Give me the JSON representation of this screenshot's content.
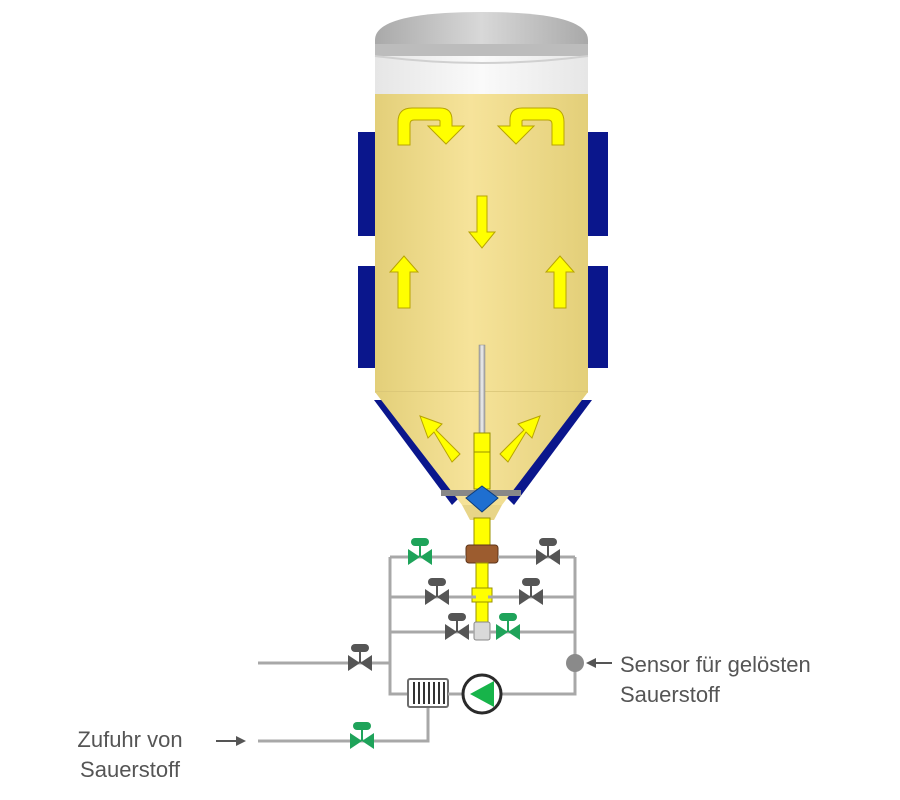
{
  "labels": {
    "sensor_line1": "Sensor für gelösten",
    "sensor_line2": "Sauerstoff",
    "supply_line1": "Zufuhr von",
    "supply_line2": "Sauerstoff"
  },
  "colors": {
    "liquid": "#f0dc8a",
    "headspace": "#efefef",
    "dome": "#bdbdbd",
    "cooling_jacket": "#0a168c",
    "flow_arrow": "#ffff00",
    "valve_open": "#1fa35a",
    "valve_closed": "#555555",
    "pipe": "#a8a8a8",
    "pump": "#17b44a",
    "text": "#555555"
  }
}
